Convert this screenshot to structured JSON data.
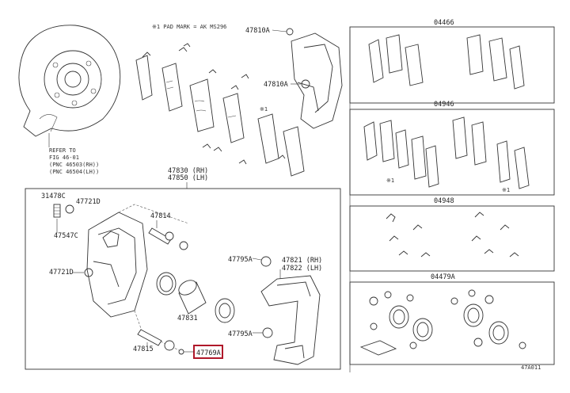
{
  "note_mark": "※1 PAD MARK = AK MS296",
  "refer": {
    "line1": "REFER TO",
    "line2": "FIG 46-01",
    "line3": "(PNC 46503(RH))",
    "line4": "(PNC 46504(LH))"
  },
  "labels": {
    "p47810A_top": "47810A",
    "p47810A_mid": "47810A",
    "mark1_top": "※1",
    "p47830": "47830 (RH)",
    "p47850": "47850 (LH)",
    "p31478C": "31478C",
    "p47721D_a": "47721D",
    "p47547C": "47547C",
    "p47721D_b": "47721D",
    "p47814": "47814",
    "p47795A_a": "47795A",
    "p47821": "47821 (RH)",
    "p47822": "47822 (LH)",
    "p47831": "47831",
    "p47795A_b": "47795A",
    "p47815": "47815",
    "p47769A": "47769A"
  },
  "panels": {
    "kit1": "04466",
    "kit2": "04946",
    "kit2_mark_a": "※1",
    "kit2_mark_b": "※1",
    "kit3": "04948",
    "kit4": "04479A"
  },
  "figure_code": "47A011",
  "highlight_color": "#b0182a"
}
